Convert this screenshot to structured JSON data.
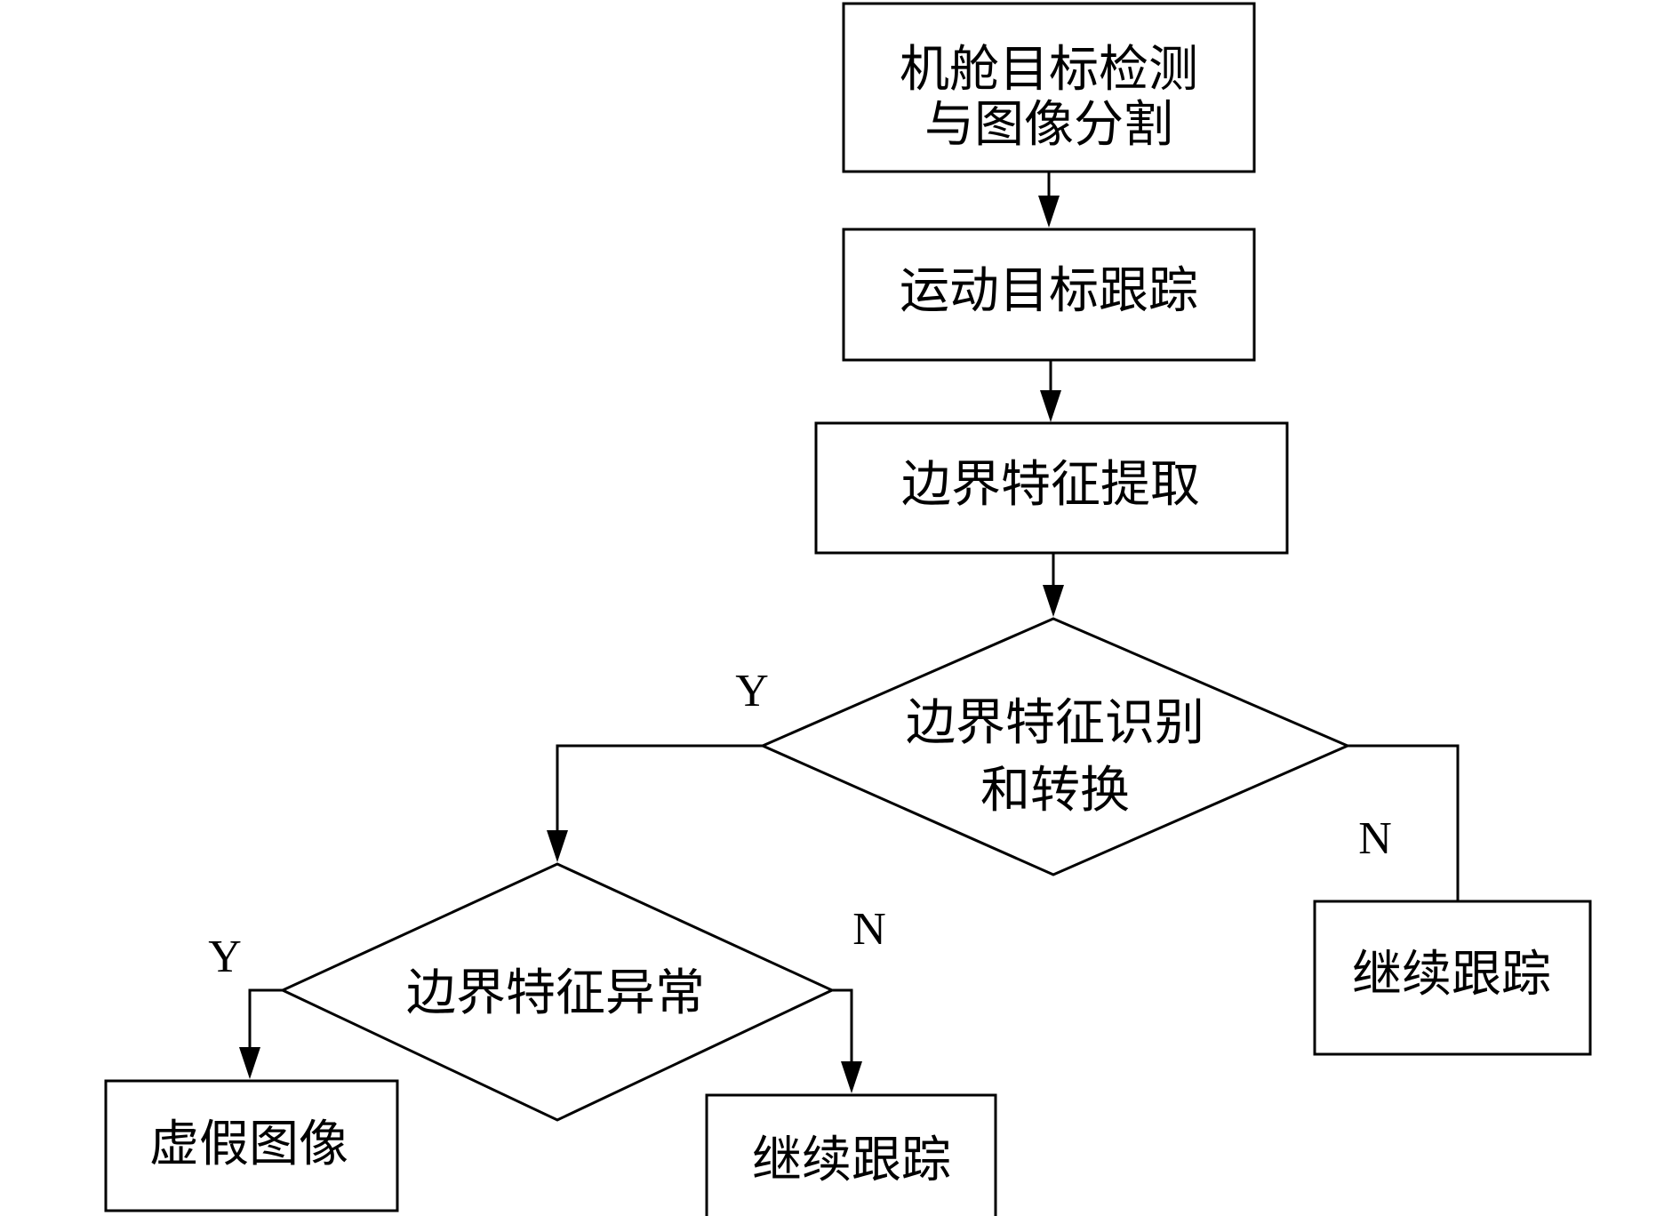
{
  "nodes": {
    "detect_segment": {
      "line1": "机舱目标检测",
      "line2": "与图像分割"
    },
    "tracking": {
      "label": "运动目标跟踪"
    },
    "edge_extract": {
      "label": "边界特征提取"
    },
    "edge_recognize": {
      "line1": "边界特征识别",
      "line2": "和转换"
    },
    "edge_abnormal": {
      "label": "边界特征异常"
    },
    "fake_image": {
      "label": "虚假图像"
    },
    "continue_left": {
      "label": "继续跟踪"
    },
    "continue_right": {
      "label": "继续跟踪"
    }
  },
  "branches": {
    "recognize_yes": "Y",
    "recognize_no": "N",
    "abnormal_yes": "Y",
    "abnormal_no": "N"
  }
}
